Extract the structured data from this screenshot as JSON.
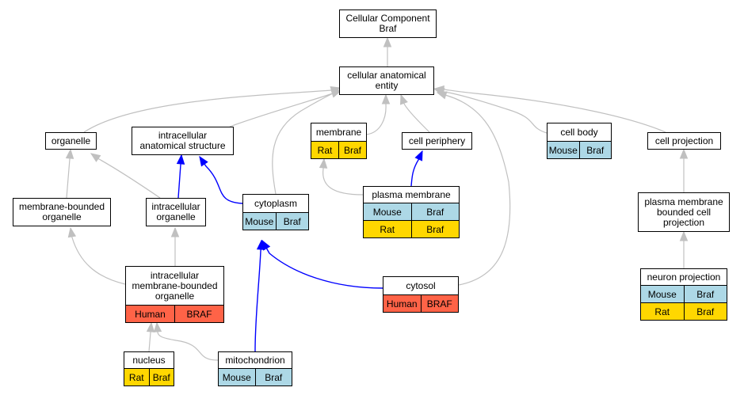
{
  "colors": {
    "mouse": "#add8e6",
    "rat": "#ffd700",
    "human": "#ff6347",
    "is_a_edge": "#c0c0c0",
    "part_of_edge": "#0000ff"
  },
  "nodes": {
    "root": {
      "lines": [
        "Cellular Component",
        "Braf"
      ],
      "rows": []
    },
    "cae": {
      "lines": [
        "cellular anatomical",
        "entity"
      ],
      "rows": []
    },
    "organelle": {
      "lines": [
        "organelle"
      ],
      "rows": []
    },
    "ias": {
      "lines": [
        "intracellular",
        "anatomical structure"
      ],
      "rows": []
    },
    "membrane": {
      "lines": [
        "membrane"
      ],
      "rows": [
        {
          "species": "Rat",
          "gene": "Braf",
          "color": "rat"
        }
      ]
    },
    "periphery": {
      "lines": [
        "cell periphery"
      ],
      "rows": []
    },
    "cellbody": {
      "lines": [
        "cell body"
      ],
      "rows": [
        {
          "species": "Mouse",
          "gene": "Braf",
          "color": "mouse"
        }
      ]
    },
    "projection": {
      "lines": [
        "cell projection"
      ],
      "rows": []
    },
    "mbo": {
      "lines": [
        "membrane-bounded",
        "organelle"
      ],
      "rows": []
    },
    "io": {
      "lines": [
        "intracellular",
        "organelle"
      ],
      "rows": []
    },
    "cytoplasm": {
      "lines": [
        "cytoplasm"
      ],
      "rows": [
        {
          "species": "Mouse",
          "gene": "Braf",
          "color": "mouse"
        }
      ]
    },
    "plasma": {
      "lines": [
        "plasma membrane"
      ],
      "rows": [
        {
          "species": "Mouse",
          "gene": "Braf",
          "color": "mouse"
        },
        {
          "species": "Rat",
          "gene": "Braf",
          "color": "rat"
        }
      ]
    },
    "pmbcp": {
      "lines": [
        "plasma membrane",
        "bounded cell",
        "projection"
      ],
      "rows": []
    },
    "imbo": {
      "lines": [
        "intracellular",
        "membrane-bounded",
        "organelle"
      ],
      "rows": [
        {
          "species": "Human",
          "gene": "BRAF",
          "color": "human"
        }
      ]
    },
    "cytosol": {
      "lines": [
        "cytosol"
      ],
      "rows": [
        {
          "species": "Human",
          "gene": "BRAF",
          "color": "human"
        }
      ]
    },
    "neuron": {
      "lines": [
        "neuron projection"
      ],
      "rows": [
        {
          "species": "Mouse",
          "gene": "Braf",
          "color": "mouse"
        },
        {
          "species": "Rat",
          "gene": "Braf",
          "color": "rat"
        }
      ]
    },
    "nucleus": {
      "lines": [
        "nucleus"
      ],
      "rows": [
        {
          "species": "Rat",
          "gene": "Braf",
          "color": "rat"
        }
      ]
    },
    "mito": {
      "lines": [
        "mitochondrion"
      ],
      "rows": [
        {
          "species": "Mouse",
          "gene": "Braf",
          "color": "mouse"
        }
      ]
    }
  },
  "edges": [
    {
      "from": "cae",
      "to": "root",
      "type": "is_a"
    },
    {
      "from": "organelle",
      "to": "cae",
      "type": "is_a"
    },
    {
      "from": "ias",
      "to": "cae",
      "type": "is_a"
    },
    {
      "from": "cytoplasm",
      "to": "cae",
      "type": "is_a"
    },
    {
      "from": "membrane",
      "to": "cae",
      "type": "is_a"
    },
    {
      "from": "periphery",
      "to": "cae",
      "type": "is_a"
    },
    {
      "from": "cellbody",
      "to": "cae",
      "type": "is_a"
    },
    {
      "from": "projection",
      "to": "cae",
      "type": "is_a"
    },
    {
      "from": "cytosol",
      "to": "cae",
      "type": "is_a"
    },
    {
      "from": "mbo",
      "to": "organelle",
      "type": "is_a"
    },
    {
      "from": "io",
      "to": "organelle",
      "type": "is_a"
    },
    {
      "from": "io",
      "to": "ias",
      "type": "part_of"
    },
    {
      "from": "cytoplasm",
      "to": "ias",
      "type": "part_of"
    },
    {
      "from": "plasma",
      "to": "membrane",
      "type": "is_a"
    },
    {
      "from": "plasma",
      "to": "periphery",
      "type": "part_of"
    },
    {
      "from": "pmbcp",
      "to": "projection",
      "type": "is_a"
    },
    {
      "from": "imbo",
      "to": "mbo",
      "type": "is_a"
    },
    {
      "from": "imbo",
      "to": "io",
      "type": "is_a"
    },
    {
      "from": "cytosol",
      "to": "cytoplasm",
      "type": "part_of"
    },
    {
      "from": "mito",
      "to": "cytoplasm",
      "type": "part_of"
    },
    {
      "from": "neuron",
      "to": "pmbcp",
      "type": "is_a"
    },
    {
      "from": "nucleus",
      "to": "imbo",
      "type": "is_a"
    },
    {
      "from": "mito",
      "to": "imbo",
      "type": "is_a"
    }
  ]
}
